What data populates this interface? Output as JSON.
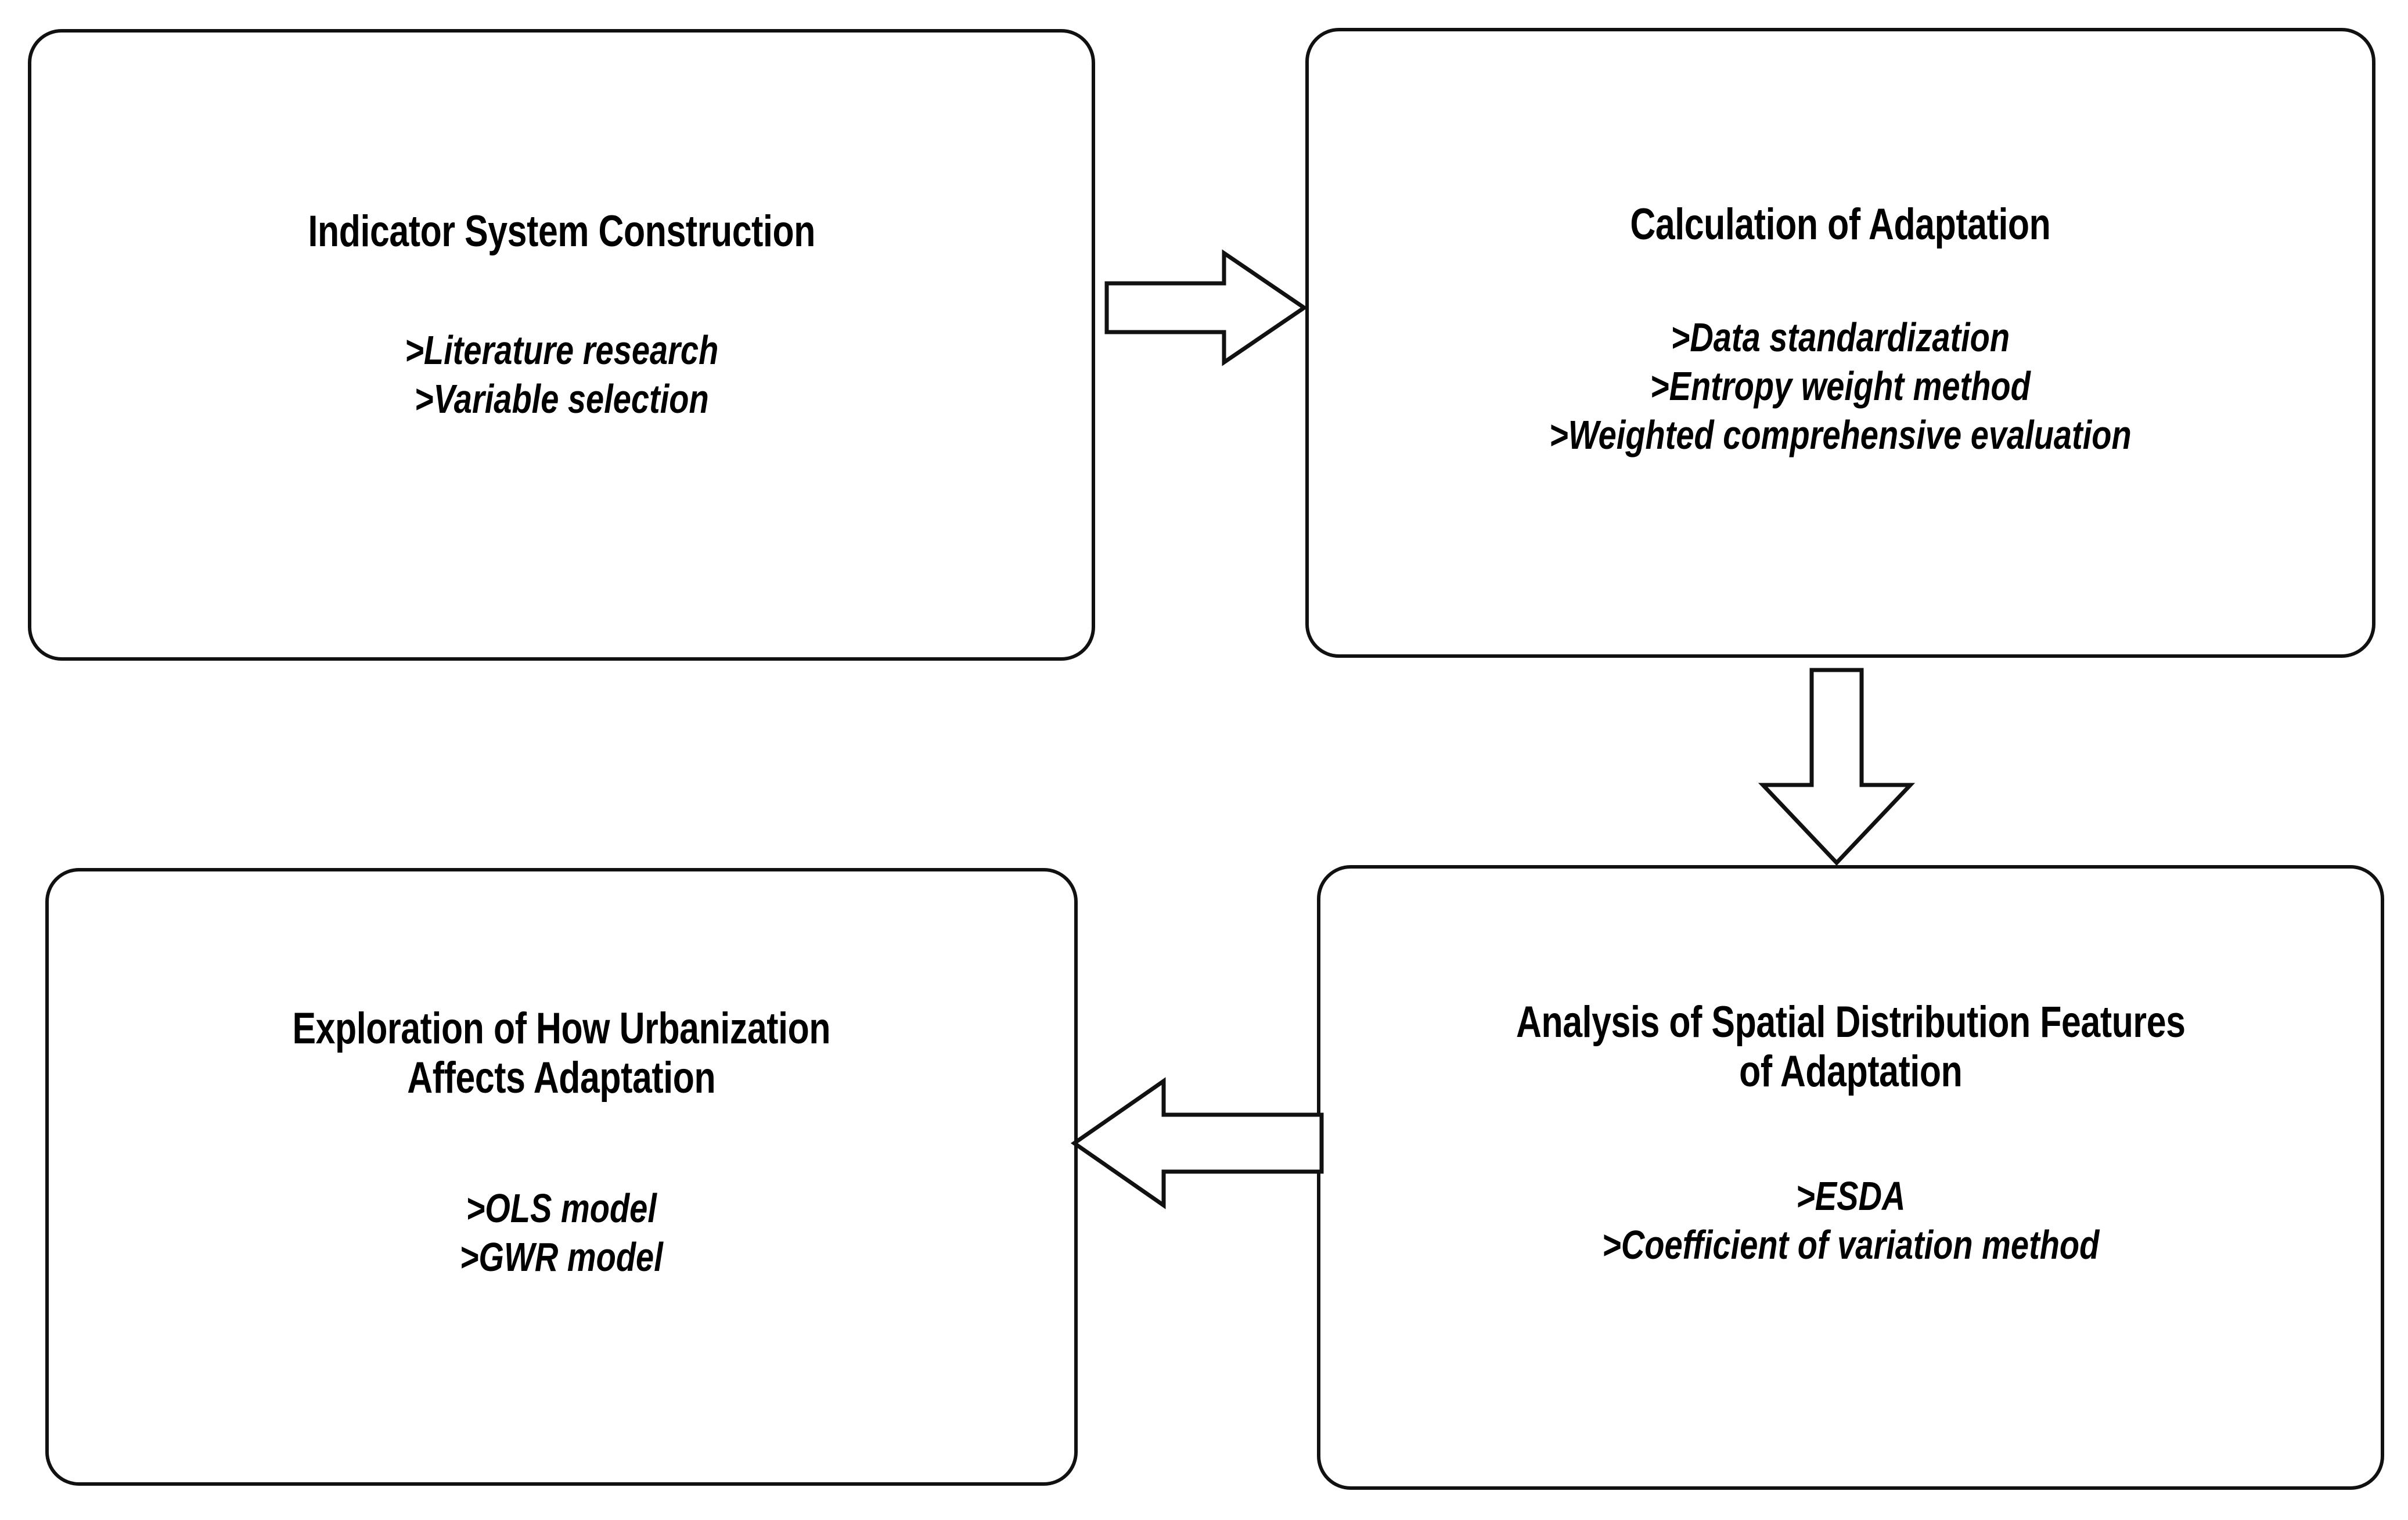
{
  "diagram": {
    "type": "flowchart",
    "orientation": "2x2 grid with directional block arrows",
    "nodes": [
      {
        "id": "indicator-system-construction",
        "title": "Indicator System Construction",
        "items": [
          ">Literature research",
          ">Variable selection"
        ]
      },
      {
        "id": "calculation-of-adaptation",
        "title": "Calculation of Adaptation",
        "items": [
          ">Data standardization",
          ">Entropy weight method",
          ">Weighted comprehensive evaluation"
        ]
      },
      {
        "id": "exploration-of-how-urbanization-affects-adaptation",
        "title": "Exploration of How Urbanization\nAffects Adaptation",
        "items": [
          ">OLS model",
          ">GWR model"
        ]
      },
      {
        "id": "analysis-of-spatial-distribution-features-of-adaptation",
        "title": "Analysis of Spatial Distribution Features\nof Adaptation",
        "items": [
          ">ESDA",
          ">Coefficient of variation method"
        ]
      }
    ],
    "connectors": [
      {
        "id": "indicator-to-calculation",
        "direction": "right",
        "from": "indicator-system-construction",
        "to": "calculation-of-adaptation"
      },
      {
        "id": "calculation-to-analysis",
        "direction": "down",
        "from": "calculation-of-adaptation",
        "to": "analysis-of-spatial-distribution-features-of-adaptation"
      },
      {
        "id": "analysis-to-exploration",
        "direction": "left",
        "from": "analysis-of-spatial-distribution-features-of-adaptation",
        "to": "exploration-of-how-urbanization-affects-adaptation"
      }
    ],
    "colors": {
      "background": "#ffffff",
      "node_fill": "#ffffff",
      "node_stroke": "#111111",
      "text": "#000000",
      "arrow_fill": "#ffffff",
      "arrow_stroke": "#111111"
    }
  }
}
